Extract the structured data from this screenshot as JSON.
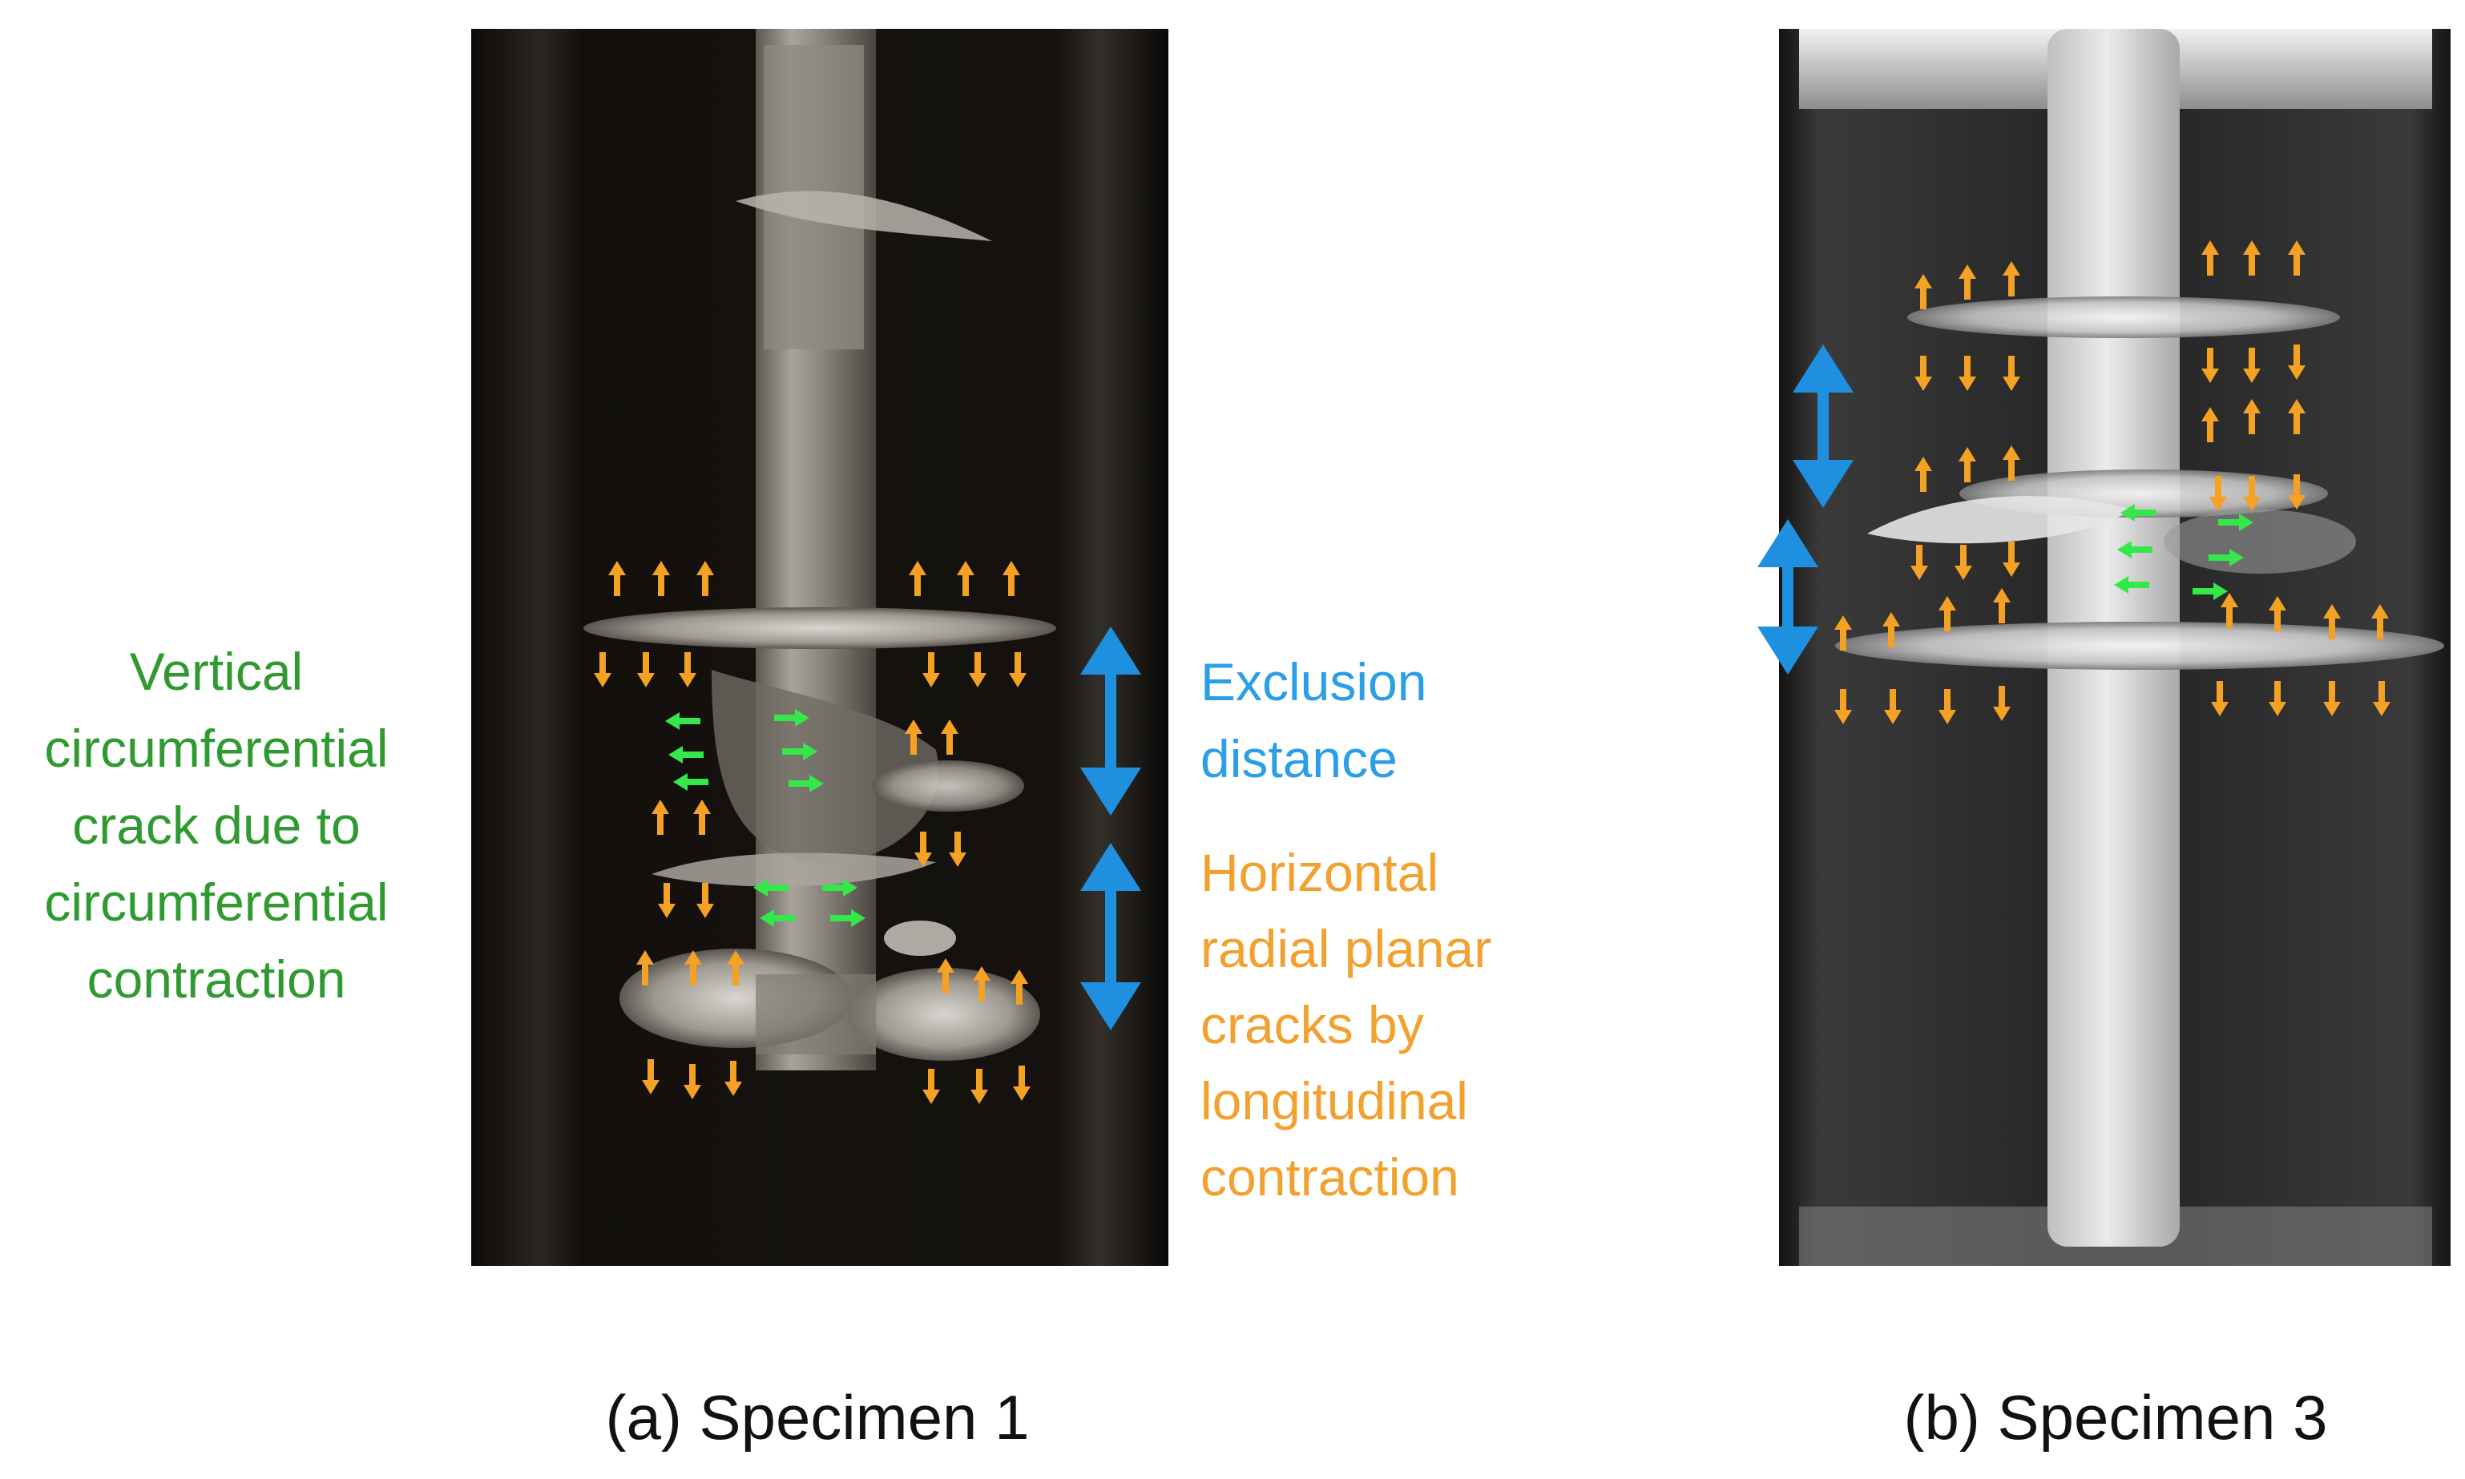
{
  "annotations": {
    "vertical_crack": [
      "Vertical",
      "circumferential",
      "crack due to",
      "circumferential",
      "contraction"
    ],
    "exclusion": [
      "Exclusion",
      "distance"
    ],
    "horizontal_crack": [
      "Horizontal",
      "radial planar",
      "cracks by",
      "longitudinal",
      "contraction"
    ]
  },
  "captions": {
    "a": "(a) Specimen 1",
    "b": "(b) Specimen 3"
  },
  "colors": {
    "green_label": "#2f9a2f",
    "blue_label": "#2a9ee6",
    "orange_label": "#f2a12e",
    "orange_arrow": "#f4a124",
    "green_arrow": "#35e84a",
    "blue_arrow": "#1f8fe0"
  }
}
